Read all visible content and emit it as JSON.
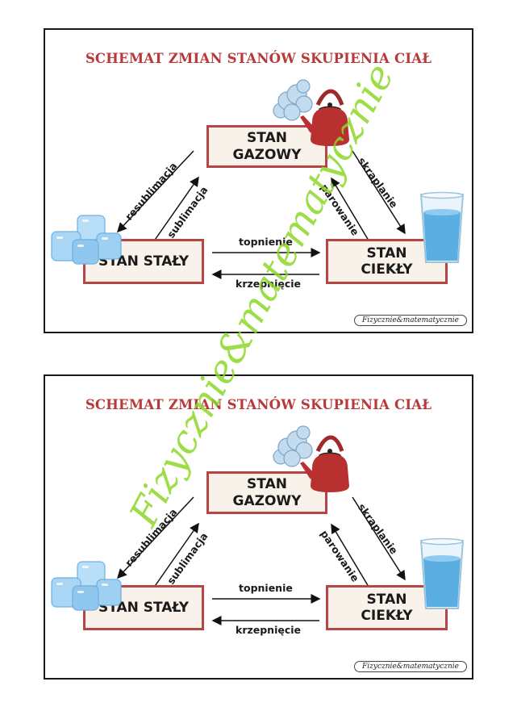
{
  "title": "SCHEMAT ZMIAN STANÓW SKUPIENIA CIAŁ",
  "states": {
    "gas": [
      "STAN",
      "GAZOWY"
    ],
    "solid": [
      "STAN STAŁY"
    ],
    "liquid": [
      "STAN",
      "CIEKŁY"
    ]
  },
  "transitions": {
    "resublimation": "resublimacja",
    "sublimation": "sublimacja",
    "condensation": "skraplanie",
    "evaporation": "parowanie",
    "melting": "topnienie",
    "solidification": "krzepnięcie"
  },
  "credit": "Fizycznie&matematycznie",
  "watermark": "Fizycznie&matematycznie",
  "colors": {
    "title": "#b8393a",
    "box_border": "#b74546",
    "box_fill": "#f8f2ea",
    "watermark": "#8cd728"
  },
  "icons": [
    "kettle-with-steam-icon",
    "ice-cubes-icon",
    "glass-of-water-icon"
  ]
}
